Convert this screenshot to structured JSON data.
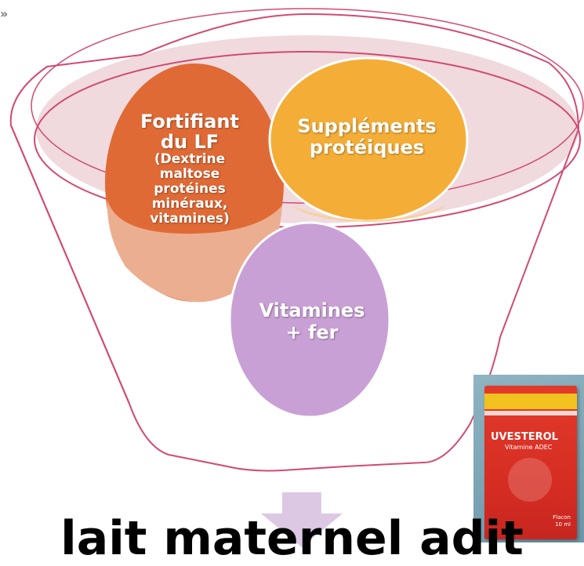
{
  "nav": {
    "arrows": "»"
  },
  "funnel": {
    "bubbles": [
      {
        "id": "fortifiant",
        "title_lines": [
          "Fortifiant",
          "du LF"
        ],
        "detail_lines": [
          "(Dextrine",
          "maltose",
          "protéines",
          "minéraux,",
          "vitamines)"
        ],
        "color": "#e06a35"
      },
      {
        "id": "supplements",
        "title_lines": [
          "Suppléments",
          "protéiques"
        ],
        "color": "#f4ae37"
      },
      {
        "id": "vitamines",
        "title_lines": [
          "Vitamines",
          "+ fer"
        ],
        "color": "#c9a0d6"
      }
    ],
    "colors": {
      "funnel_stroke": "#d14a73",
      "top_fill": "#f0dade",
      "arrow": "#ddc8e4"
    }
  },
  "product": {
    "brand": "UVESTEROL",
    "subtitle": "Vitamine ADEC",
    "size_lines": [
      "Flacon",
      "10 ml"
    ]
  },
  "bottom_text": "lait maternel adit"
}
